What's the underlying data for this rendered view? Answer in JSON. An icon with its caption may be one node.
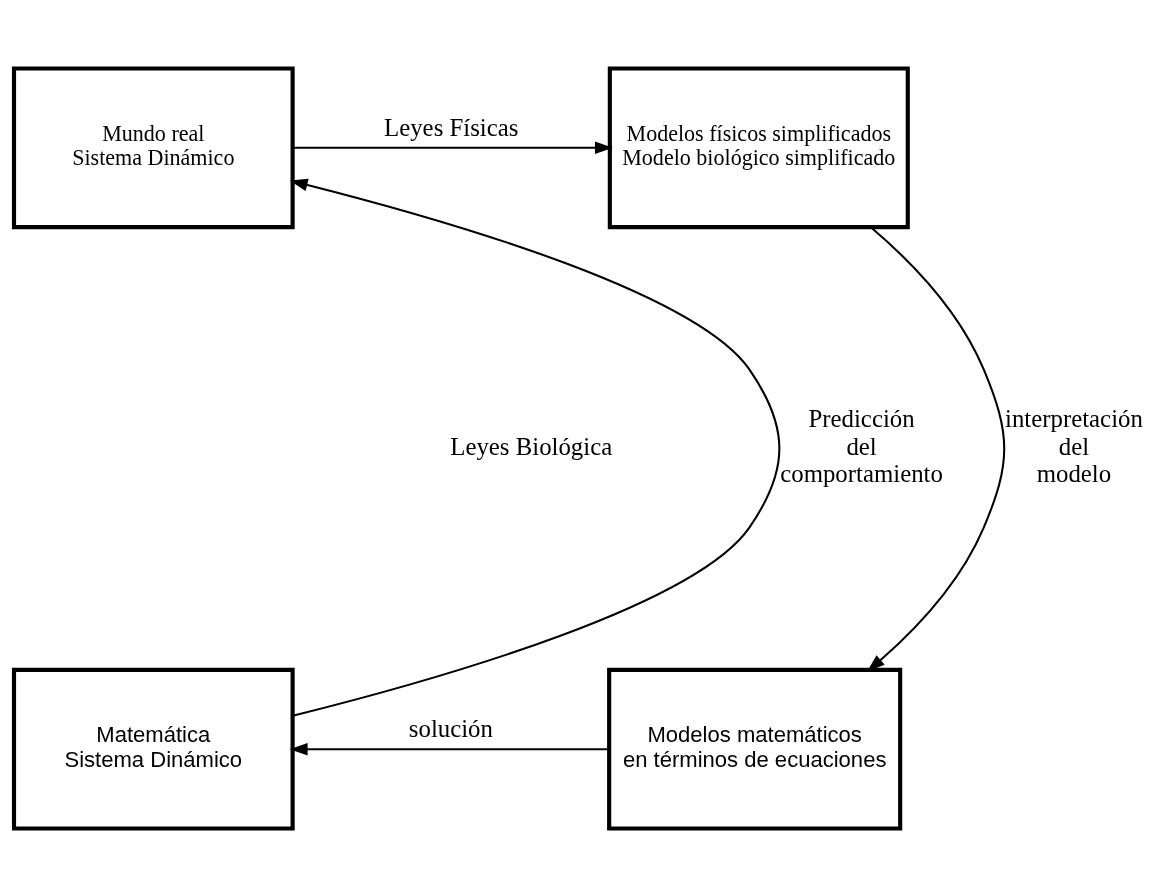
{
  "diagram": {
    "nodes": [
      {
        "text": [
          "Mundo real Sistema Dinámico"
        ]
      },
      {
        "text": [
          "Modelos físicos simplificados Modelo biológico simplificado"
        ]
      },
      {
        "text": [
          "Matemática Sistema Dinámico"
        ]
      },
      {
        "text": [
          "Modelos matemáticos en términos de ecuaciones"
        ]
      }
    ],
    "edges": [
      {
        "from": 0,
        "to": 1,
        "arrow": "to",
        "label": "Leyes Físicas"
      },
      {
        "from": 1,
        "to": 3,
        "arrow": "to",
        "label": "interpretación del modelo"
      },
      {
        "from": 3,
        "to": 2,
        "arrow": "to",
        "label": "solución"
      },
      {
        "from": 2,
        "to": 0,
        "arrow": "to",
        "label": "Predicción del comportamiento"
      }
    ],
    "labels": [
      "Leyes Biológica"
    ]
  }
}
